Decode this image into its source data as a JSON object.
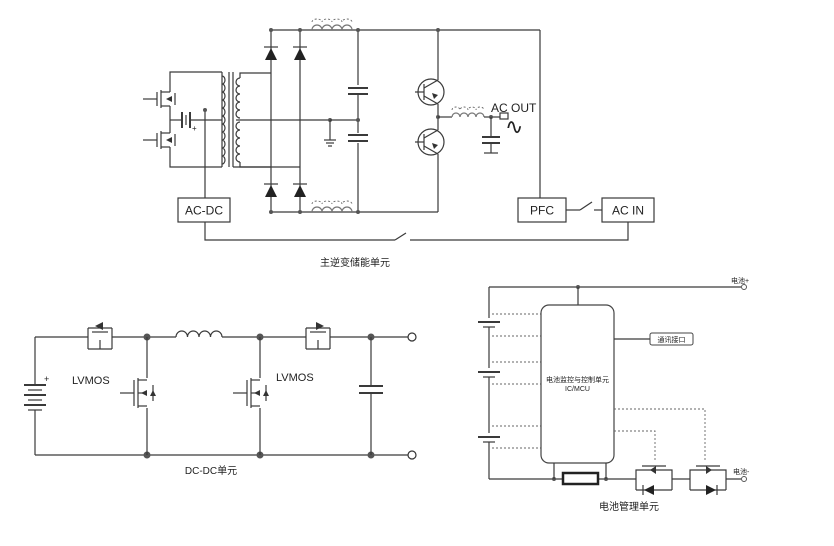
{
  "top_unit": {
    "caption": "主逆变储能单元",
    "ac_dc": "AC-DC",
    "ac_out": "AC OUT",
    "pfc": "PFC",
    "ac_in": "AC IN",
    "sine_symbol": "∿",
    "plus": "+"
  },
  "dcdc_unit": {
    "caption": "DC-DC单元",
    "lvmos_left": "LVMOS",
    "lvmos_right": "LVMOS",
    "plus": "+"
  },
  "bms_unit": {
    "caption": "电池管理单元",
    "controller_line1": "电池监控与控制单元",
    "controller_line2": "IC/MCU",
    "comm_interface": "通讯接口",
    "terminal_pos": "电池+",
    "terminal_neg": "电池-"
  }
}
